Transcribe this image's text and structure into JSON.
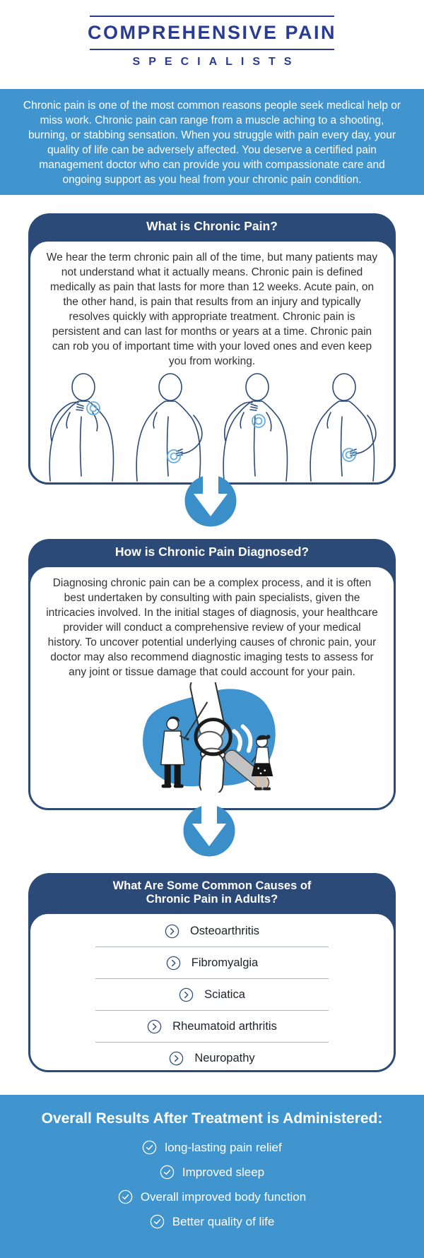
{
  "logo": {
    "title": "COMPREHENSIVE PAIN",
    "subtitle": "SPECIALISTS"
  },
  "intro": {
    "text": "Chronic pain is one of the most common reasons people seek medical help or miss work. Chronic pain can range from a muscle aching to a shooting, burning, or stabbing sensation. When you struggle with pain every day, your quality of life can be adversely affected. You deserve a certified pain management doctor who can provide you with compassionate care and ongoing support as you heal from your chronic pain condition."
  },
  "cards": {
    "what_is": {
      "title": "What is Chronic Pain?",
      "body": "We hear the term chronic pain all of the time, but many patients may not understand what it actually means. Chronic pain is defined medically as pain that lasts for more than 12 weeks. Acute pain, on the other hand, is pain that results from an injury and typically resolves quickly with appropriate treatment. Chronic pain is persistent and can last for months or years at a time. Chronic pain can rob you of important time with your loved ones and even keep you from working.",
      "illustration": "back-pain-figures"
    },
    "diagnosis": {
      "title": "How is Chronic Pain Diagnosed?",
      "body": "Diagnosing chronic pain can be a complex process, and it is often best undertaken by consulting with pain specialists, given the intricacies involved. In the initial stages of diagnosis, your healthcare provider will conduct a comprehensive review of your medical history. To uncover potential underlying causes of chronic pain, your doctor may also recommend diagnostic imaging tests to assess for any joint or tissue damage that could account for your pain.",
      "illustration": "knee-joint-examination"
    },
    "causes": {
      "title_line1": "What Are Some Common Causes of",
      "title_line2": "Chronic Pain in Adults?",
      "bullet_icon": "chevron-circle",
      "items": [
        "Osteoarthritis",
        "Fibromyalgia",
        "Sciatica",
        "Rheumatoid arthritis",
        "Neuropathy"
      ]
    }
  },
  "flow": {
    "icon": "down-arrow-in-circle",
    "count": 2
  },
  "results": {
    "headline": "Overall Results After Treatment is Administered:",
    "bullet_icon": "check-circle",
    "items": [
      "long-lasting pain relief",
      "Improved sleep",
      "Overall improved body function",
      "Better quality of life"
    ]
  },
  "colors": {
    "brand_navy": "#2a3b92",
    "band_blue": "#4195ce",
    "card_header_navy": "#2c4a78",
    "arrow_blue": "#3a8fc9",
    "pain_marker_blue": "#66aede",
    "blob_blue": "#3f93cf"
  }
}
